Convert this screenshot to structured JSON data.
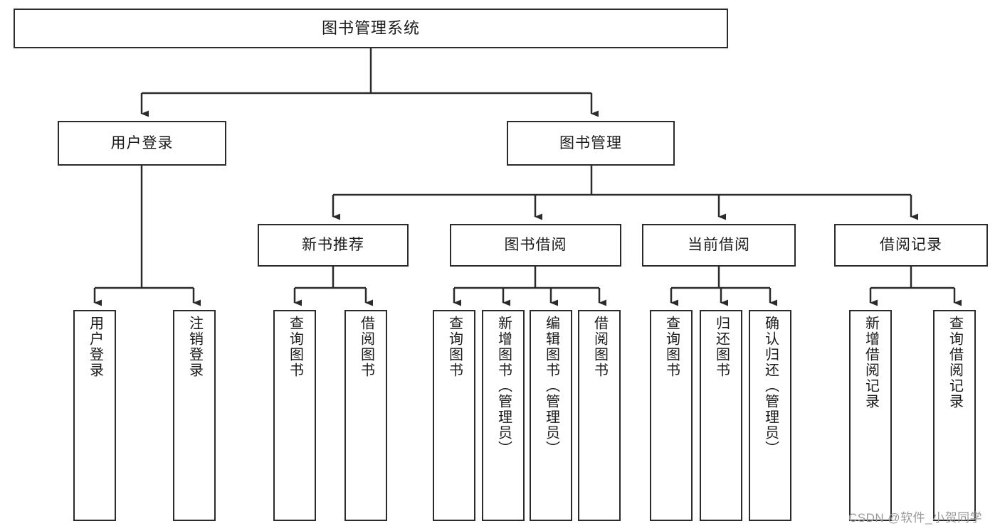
{
  "diagram": {
    "title": "图书管理系统",
    "type": "tree-hierarchy",
    "orientation": "top-down",
    "colors": {
      "box_border": "#2b2b2b",
      "box_fill": "#ffffff",
      "connector": "#2b2b2b",
      "text": "#1a1a1a",
      "watermark": "#9a9a9a",
      "background": "#ffffff"
    }
  },
  "root": {
    "label": "图书管理系统"
  },
  "level2": [
    {
      "label": "用户登录"
    },
    {
      "label": "图书管理"
    }
  ],
  "level3": [
    {
      "label": "新书推荐"
    },
    {
      "label": "图书借阅"
    },
    {
      "label": "当前借阅"
    },
    {
      "label": "借阅记录"
    }
  ],
  "leaves": {
    "user_login": [
      {
        "label": "用户登录"
      },
      {
        "label": "注销登录"
      }
    ],
    "new_book_recommend": [
      {
        "label": "查询图书"
      },
      {
        "label": "借阅图书"
      }
    ],
    "book_borrow": [
      {
        "label": "查询图书"
      },
      {
        "label": "新增图书（管理员）"
      },
      {
        "label": "编辑图书（管理员）"
      },
      {
        "label": "借阅图书"
      }
    ],
    "current_borrow": [
      {
        "label": "查询图书"
      },
      {
        "label": "归还图书"
      },
      {
        "label": "确认归还（管理员）"
      }
    ],
    "borrow_records": [
      {
        "label": "新增借阅记录"
      },
      {
        "label": "查询借阅记录"
      }
    ]
  },
  "watermark": {
    "text": "CSDN @软件_小贺同学"
  }
}
